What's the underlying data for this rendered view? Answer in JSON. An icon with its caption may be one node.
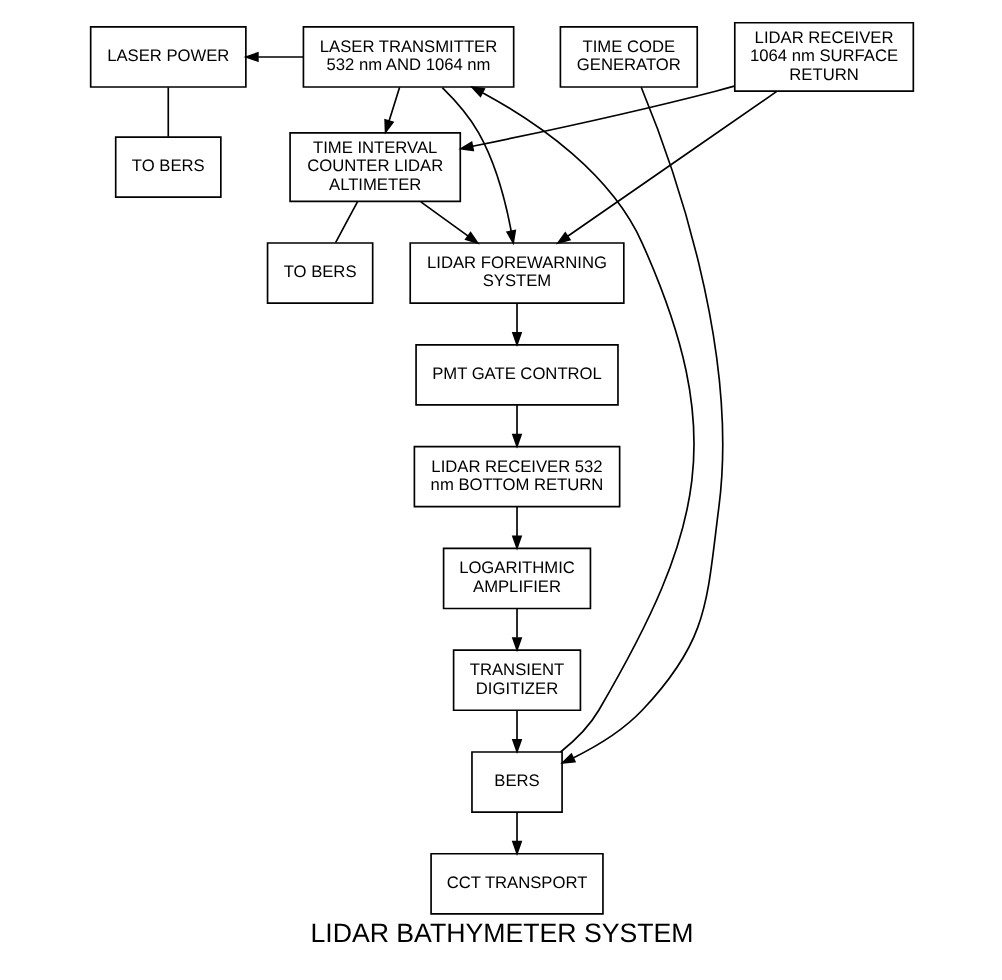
{
  "diagram": {
    "caption": "LIDAR BATHYMETER SYSTEM",
    "nodes": [
      {
        "text": [
          "LASER POWER"
        ]
      },
      {
        "text": [
          "TO BERS"
        ]
      },
      {
        "text": [
          "LASER TRANSMITTER 532 nm AND 1064 nm"
        ]
      },
      {
        "text": [
          "TIME INTERVAL COUNTER LIDAR ALTIMETER"
        ]
      },
      {
        "text": [
          "TO BERS"
        ]
      },
      {
        "text": [
          "LIDAR FOREWARNING SYSTEM"
        ]
      },
      {
        "text": [
          "LIDAR RECEIVER 1064 nm SURFACE RETURN"
        ]
      },
      {
        "text": [
          "PMT GATE CONTROL"
        ]
      },
      {
        "text": [
          "LIDAR RECEIVER 532 nm BOTTOM RETURN"
        ]
      },
      {
        "text": [
          "LOGARITHMIC AMPLIFIER"
        ]
      },
      {
        "text": [
          "TRANSIENT DIGITIZER"
        ]
      },
      {
        "text": [
          "BERS"
        ]
      },
      {
        "text": [
          "CCT TRANSPORT"
        ]
      },
      {
        "text": [
          "TIME CODE GENERATOR"
        ]
      }
    ],
    "edges": [
      {
        "from": 2,
        "to": 0,
        "arrow": "to"
      },
      {
        "from": 0,
        "to": 1,
        "arrow": "none"
      },
      {
        "from": 11,
        "to": 2,
        "arrow": "to"
      },
      {
        "from": 2,
        "to": 3,
        "arrow": "to"
      },
      {
        "from": 2,
        "to": 5,
        "arrow": "to"
      },
      {
        "from": 3,
        "to": 4,
        "arrow": "none"
      },
      {
        "from": 3,
        "to": 5,
        "arrow": "to"
      },
      {
        "from": 6,
        "to": 3,
        "arrow": "to"
      },
      {
        "from": 6,
        "to": 5,
        "arrow": "to"
      },
      {
        "from": 5,
        "to": 7,
        "arrow": "to"
      },
      {
        "from": 7,
        "to": 8,
        "arrow": "to"
      },
      {
        "from": 8,
        "to": 9,
        "arrow": "to"
      },
      {
        "from": 9,
        "to": 10,
        "arrow": "to"
      },
      {
        "from": 10,
        "to": 11,
        "arrow": "to"
      },
      {
        "from": 11,
        "to": 12,
        "arrow": "to"
      },
      {
        "from": 13,
        "to": 11,
        "arrow": "to"
      }
    ]
  }
}
